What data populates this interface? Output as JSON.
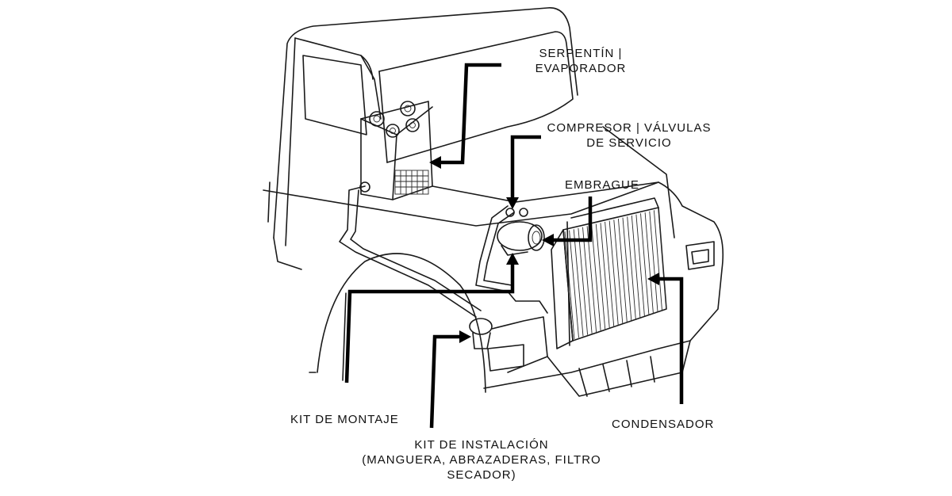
{
  "diagram": {
    "labels": {
      "evaporator_line1": "SERPENTÍN |",
      "evaporator_line2": "EVAPORADOR",
      "compressor_line1": "COMPRESOR | VÁLVULAS",
      "compressor_line2": "DE SERVICIO",
      "clutch": "EMBRAGUE",
      "mounting_kit": "KIT DE MONTAJE",
      "condenser": "CONDENSADOR",
      "install_line1": "KIT DE INSTALACIÓN",
      "install_line2": "(MANGUERA, ABRAZADERAS, FILTRO",
      "install_line3": "SECADOR)"
    },
    "colors": {
      "line_art": "#1a1a1a",
      "pointer": "#000000",
      "background": "#ffffff"
    }
  }
}
